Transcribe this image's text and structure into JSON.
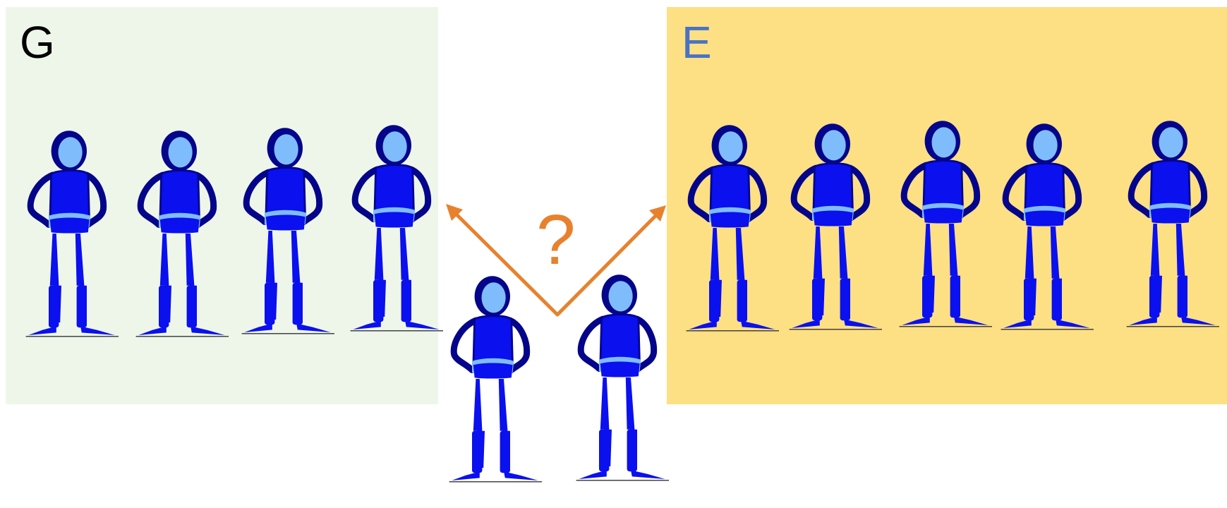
{
  "panels": {
    "group_g": {
      "label": "G",
      "background": "#eef6ea",
      "label_color": "#000000"
    },
    "group_e": {
      "label": "E",
      "background": "#fde084",
      "label_color": "#4a72c4"
    }
  },
  "center": {
    "question_mark": "?",
    "arrow_color": "#e8812d"
  },
  "figure_colors": {
    "outline": "#04058a",
    "body": "#0a10ee",
    "face": "#7fbcfb",
    "belt": "#7fbcfb"
  },
  "figure_counts": {
    "group_g": 4,
    "group_e": 5,
    "unassigned": 2
  }
}
